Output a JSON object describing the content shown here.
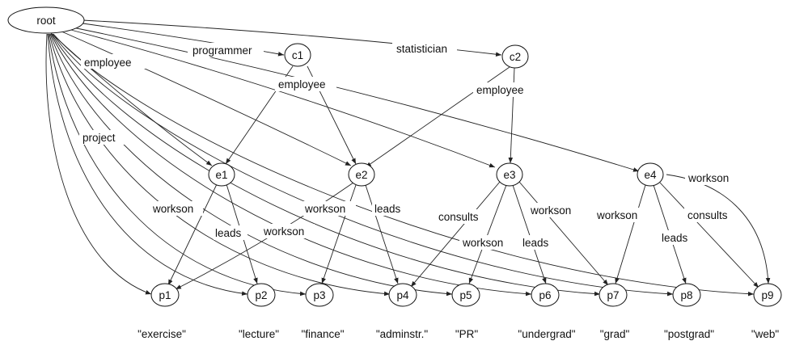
{
  "graph": {
    "nodes": [
      {
        "id": "root",
        "label": "root"
      },
      {
        "id": "c1",
        "label": "c1"
      },
      {
        "id": "c2",
        "label": "c2"
      },
      {
        "id": "e1",
        "label": "e1"
      },
      {
        "id": "e2",
        "label": "e2"
      },
      {
        "id": "e3",
        "label": "e3"
      },
      {
        "id": "e4",
        "label": "e4"
      },
      {
        "id": "p1",
        "label": "p1"
      },
      {
        "id": "p2",
        "label": "p2"
      },
      {
        "id": "p3",
        "label": "p3"
      },
      {
        "id": "p4",
        "label": "p4"
      },
      {
        "id": "p5",
        "label": "p5"
      },
      {
        "id": "p6",
        "label": "p6"
      },
      {
        "id": "p7",
        "label": "p7"
      },
      {
        "id": "p8",
        "label": "p8"
      },
      {
        "id": "p9",
        "label": "p9"
      }
    ],
    "edge_labels": {
      "programmer": "programmer",
      "statistician": "statistician",
      "employee_root": "employee",
      "project": "project",
      "employee_c1": "employee",
      "employee_c2": "employee",
      "workson_e1": "workson",
      "leads_e1": "leads",
      "workson_e1b": "workson",
      "workson_e2": "workson",
      "leads_e2": "leads",
      "consults_e3": "consults",
      "workson_e3": "workson",
      "leads_e3": "leads",
      "workson_e3b": "workson",
      "workson_e4": "workson",
      "consults_e4": "consults",
      "leads_e4": "leads",
      "workson_e4b": "workson"
    },
    "values": {
      "p1": "\"exercise\"",
      "p2": "\"lecture\"",
      "p3": "\"finance\"",
      "p4": "\"adminstr.\"",
      "p5": "\"PR\"",
      "p6": "\"undergrad\"",
      "p7": "\"grad\"",
      "p8": "\"postgrad\"",
      "p9": "\"web\""
    }
  }
}
